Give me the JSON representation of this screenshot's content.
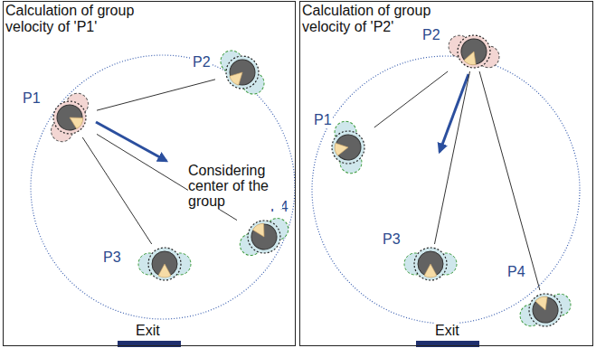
{
  "diagram": {
    "nodes": [
      {
        "text": [
          "Calculation of group velocity of 'P1'"
        ]
      },
      {
        "text": [
          "P1"
        ],
        "in": 0
      },
      {
        "text": [
          "P2"
        ],
        "in": 0
      },
      {
        "text": [
          "P3"
        ],
        "in": 0
      },
      {
        "text": [
          "P4"
        ],
        "in": 0
      },
      {
        "text": [
          "Calculation of group velocity of 'P2'"
        ]
      },
      {
        "text": [
          "P1"
        ],
        "in": 5
      },
      {
        "text": [
          "P2"
        ],
        "in": 5
      },
      {
        "text": [
          "P3"
        ],
        "in": 5
      },
      {
        "text": [
          "P4"
        ],
        "in": 5
      }
    ],
    "edges": [
      {
        "from": 1,
        "to": 2,
        "arrow": "none"
      },
      {
        "from": 1,
        "to": 3,
        "arrow": "none"
      },
      {
        "from": 1,
        "to": 4,
        "arrow": "none"
      },
      {
        "from": 7,
        "to": 6,
        "arrow": "none"
      },
      {
        "from": 7,
        "to": 8,
        "arrow": "none"
      },
      {
        "from": 7,
        "to": 9,
        "arrow": "none"
      }
    ],
    "labels": [
      "Considering center of the group",
      "Exit",
      "Exit"
    ]
  }
}
